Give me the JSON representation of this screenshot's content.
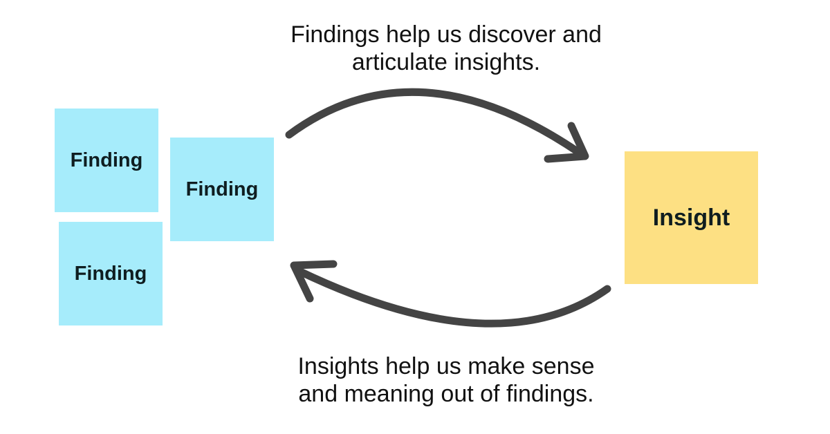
{
  "captions": {
    "top": [
      "Findings help us discover and",
      "articulate insights."
    ],
    "bottom": [
      "Insights help us make sense",
      "and meaning out of findings."
    ]
  },
  "notes": {
    "findings": [
      "Finding",
      "Finding",
      "Finding"
    ],
    "insight": "Insight"
  },
  "colors": {
    "finding": "#a6ecfb",
    "insight": "#fde083",
    "arrow": "#444444",
    "text": "#111111"
  }
}
